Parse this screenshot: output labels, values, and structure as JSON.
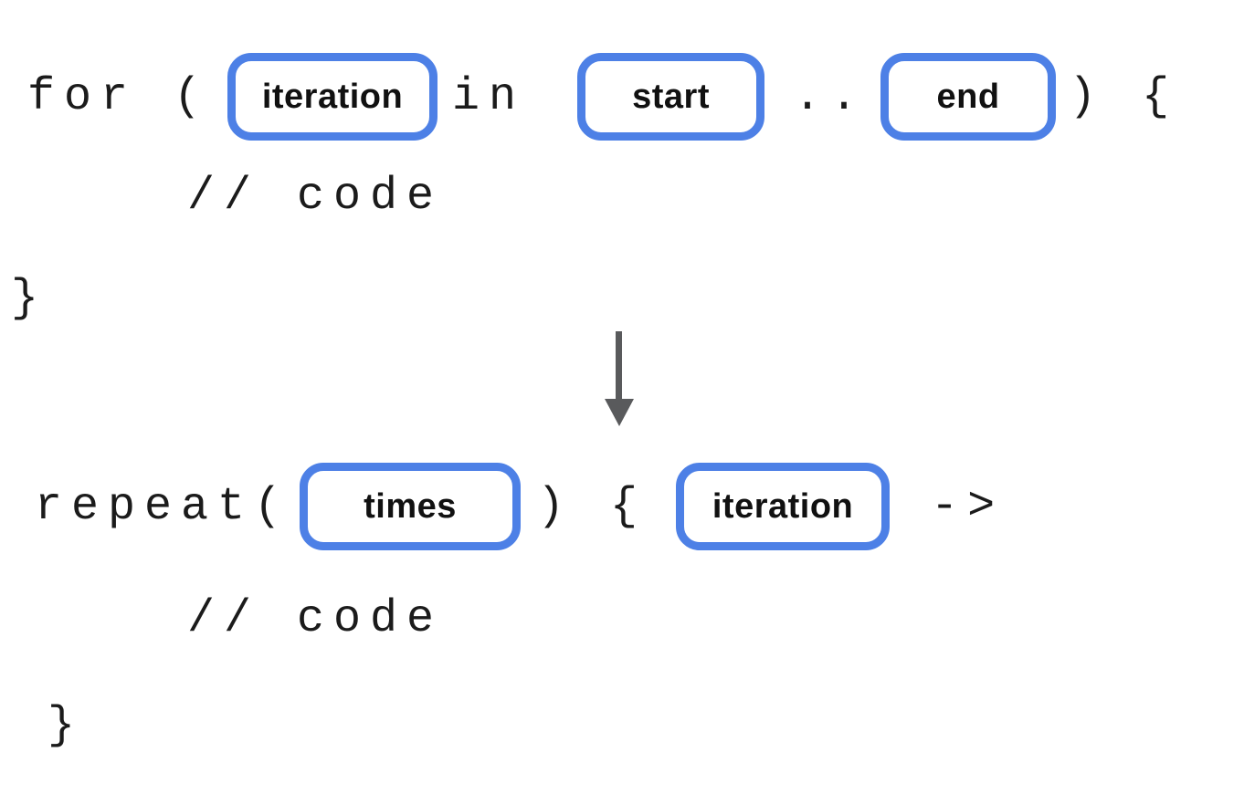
{
  "diagram": {
    "background_color": "#ffffff",
    "slot_border_color": "#4d80e6",
    "code_text_color": "#1b1b1b",
    "arrow_color": "#595a5c",
    "before": {
      "keyword_open": "for (",
      "in_keyword": "in",
      "range_operator": "..",
      "close_and_brace": ") {",
      "slot_iteration": "iteration",
      "slot_start": "start",
      "slot_end": "end",
      "body_comment": "// code",
      "closing_brace": "}"
    },
    "arrow": {
      "direction": "down"
    },
    "after": {
      "keyword_open": "repeat(",
      "close_and_brace": ") {",
      "lambda_arrow": "->",
      "slot_times": "times",
      "slot_iteration": "iteration",
      "body_comment": "// code",
      "closing_brace": "}"
    }
  }
}
